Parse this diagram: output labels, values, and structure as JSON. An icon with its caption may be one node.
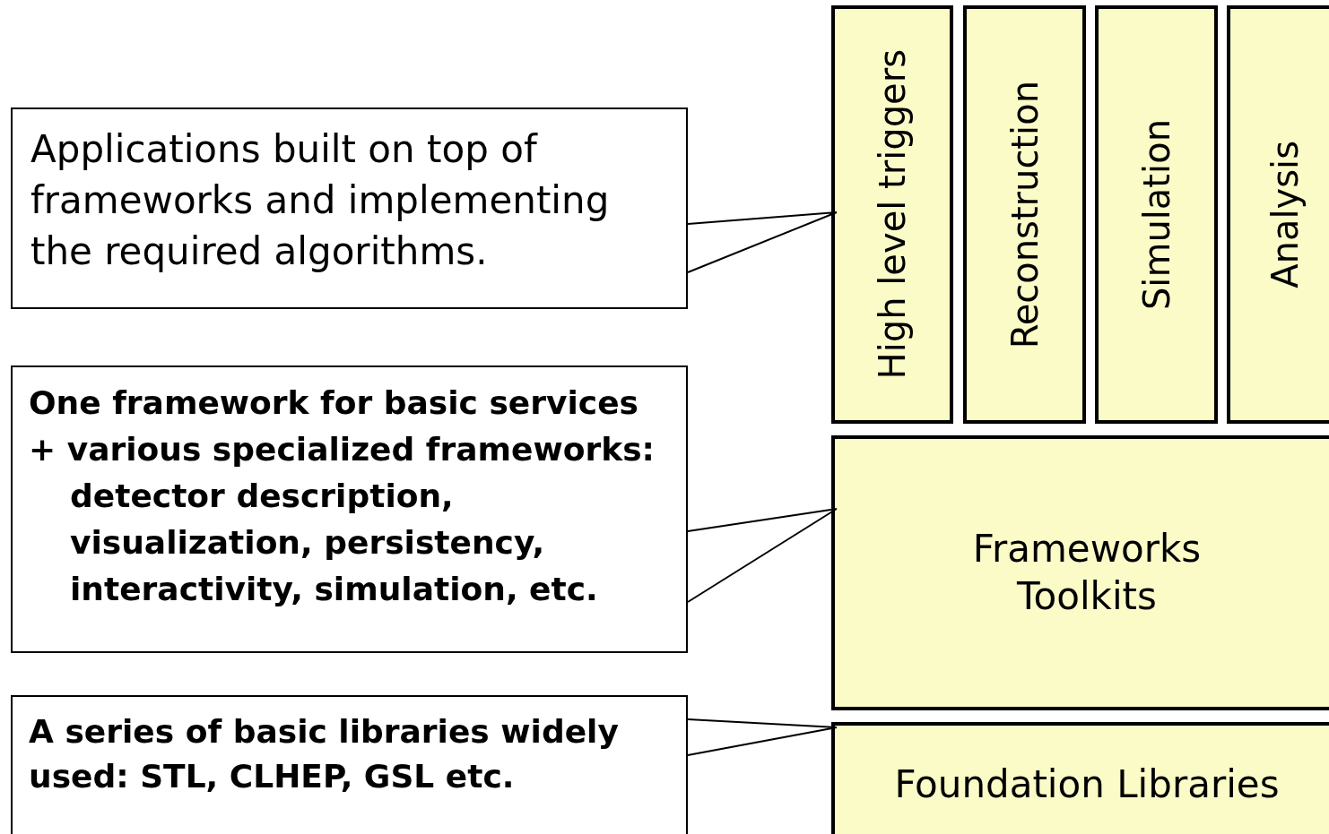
{
  "diagram": {
    "nodes": [
      {
        "text": [
          "Applications built on top of frameworks and implementing the required algorithms."
        ]
      },
      {
        "text": [
          "One framework for basic services",
          "+ various specialized frameworks: detector description, visualization, persistency, interactivity, simulation, etc."
        ]
      },
      {
        "text": [
          "A series of basic libraries widely used: STL, CLHEP, GSL etc."
        ]
      },
      {
        "text": [
          "High level triggers"
        ]
      },
      {
        "text": [
          "Reconstruction"
        ]
      },
      {
        "text": [
          "Simulation"
        ]
      },
      {
        "text": [
          "Analysis"
        ]
      },
      {
        "text": [
          "Frameworks",
          "Toolkits"
        ]
      },
      {
        "text": [
          "Foundation Libraries"
        ]
      }
    ],
    "edges": [
      {
        "from": 0,
        "to": 3,
        "arrow": "none"
      },
      {
        "from": 1,
        "to": 7,
        "arrow": "none"
      },
      {
        "from": 2,
        "to": 8,
        "arrow": "none"
      }
    ]
  }
}
